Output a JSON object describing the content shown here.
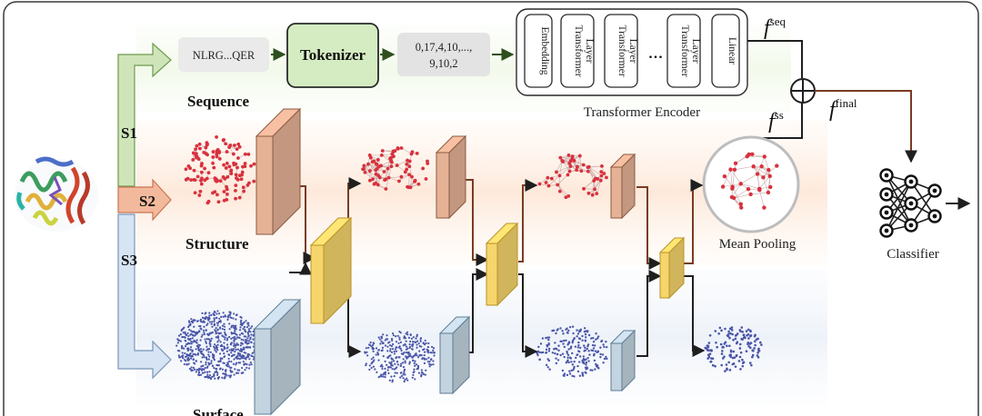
{
  "input": {
    "sequence_text": "NLRG...QER",
    "tokenizer_label": "Tokenizer",
    "tokens_line1": "0,17,4,10,...,",
    "tokens_line2": "9,10,2"
  },
  "encoder": {
    "title": "Transformer Encoder",
    "layers": [
      {
        "label": "Embedding",
        "lines": [
          "Embedding"
        ]
      },
      {
        "label": "Transformer Layer",
        "lines": [
          "Transformer",
          "Layer"
        ]
      },
      {
        "label": "Transformer Layer",
        "lines": [
          "Transformer",
          "Layer"
        ]
      },
      {
        "label": "Transformer Layer",
        "lines": [
          "Transformer",
          "Layer"
        ]
      },
      {
        "label": "Linear",
        "lines": [
          "Linear"
        ]
      }
    ],
    "ellipsis": "..."
  },
  "streams": {
    "s1": "S1",
    "s2": "S2",
    "s3": "S3",
    "sequence_label": "Sequence",
    "structure_label": "Structure",
    "surface_label": "Surface"
  },
  "features": {
    "f": "f",
    "seq_sup": "seq",
    "ss_sup": "ss",
    "final_sup": "final",
    "combine_symbol": "⊕"
  },
  "pooling_label": "Mean Pooling",
  "classifier_label": "Classifier",
  "colors": {
    "green_arrow": "#cfe5b9",
    "green_stroke": "#6e9a4f",
    "salmon": "#f3b99c",
    "salmon_stroke": "#c77654",
    "blue_arrow": "#d6e4f3",
    "blue_stroke": "#7a95b8",
    "gold": "#f6d56c",
    "gold_stroke": "#b89326",
    "struct_block": "#e6b296",
    "surf_block": "#c3d4e0",
    "red_point": "#d8313d",
    "blue_point": "#4a55a8",
    "connector": "#7a3b22",
    "tokenizer_fill": "#d5ecc2"
  }
}
